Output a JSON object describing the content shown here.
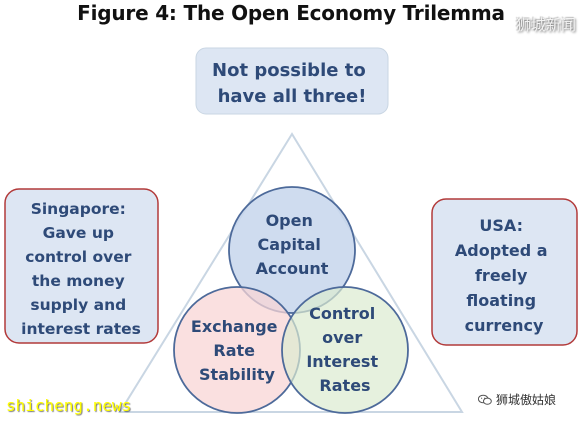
{
  "title": "Figure 4: The Open Economy Trilemma",
  "callout": [
    "Not possible to",
    "have all three!"
  ],
  "circles": {
    "top": [
      "Open",
      "Capital",
      "Account"
    ],
    "bottom_left": [
      "Exchange",
      "Rate",
      "Stability"
    ],
    "bottom_right": [
      "Control",
      "over",
      "Interest",
      "Rates"
    ]
  },
  "side_boxes": {
    "left": [
      "Singapore:",
      "Gave up",
      "control over",
      "the money",
      "supply and",
      "interest rates"
    ],
    "right": [
      "USA:",
      "Adopted a",
      "freely",
      "floating",
      "currency"
    ]
  },
  "watermarks": {
    "top_right": "狮城新闻",
    "bottom_left": "shicheng.news",
    "bottom_right": "狮城傲姑娘"
  },
  "icons": {
    "bottom_right": "wechat-icon"
  },
  "colors": {
    "text": "#2e4a78",
    "callout_fill": "#dde6f3",
    "side_box_fill": "#dde6f3",
    "side_box_border": "#b23a3a",
    "circle_top_fill": "#c7d6ec",
    "circle_left_fill": "#f8d5d5",
    "circle_right_fill": "#dcebd0",
    "circle_stroke": "#4d6a9a",
    "triangle_stroke": "#c9d6e3"
  }
}
